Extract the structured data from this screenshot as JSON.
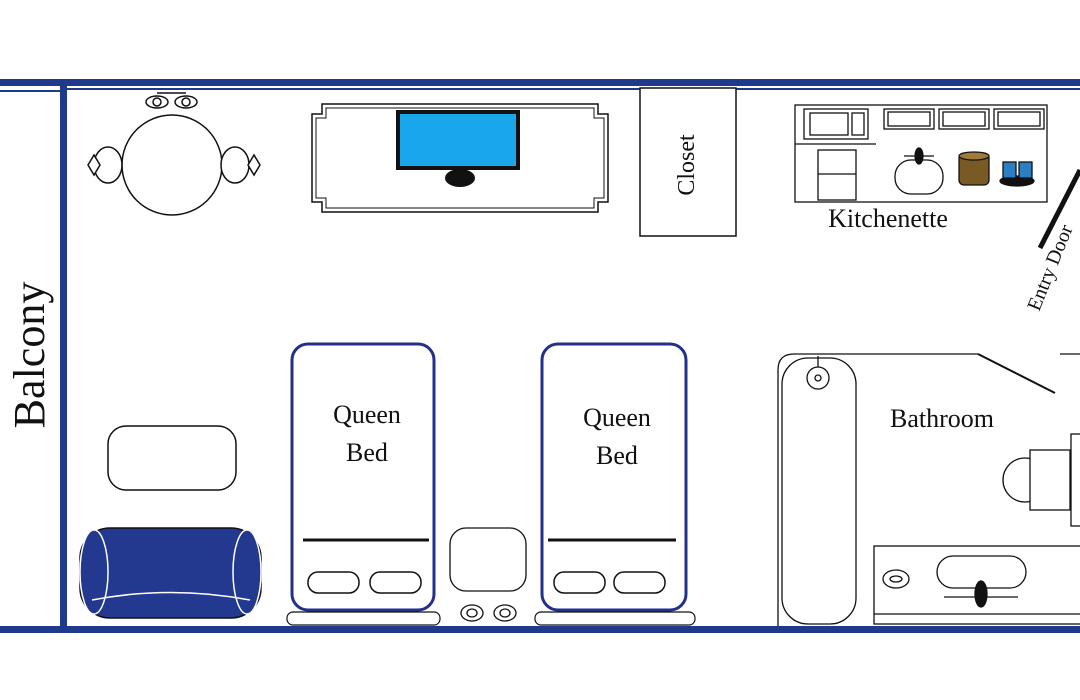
{
  "labels": {
    "balcony": "Balcony",
    "closet": "Closet",
    "kitchenette": "Kitchenette",
    "entry_door": "Entry Door",
    "bathroom": "Bathroom",
    "bed1_line1": "Queen",
    "bed1_line2": "Bed",
    "bed2_line1": "Queen",
    "bed2_line2": "Bed"
  },
  "colors": {
    "wall": "#1f3a8a",
    "bed_outline": "#22308a",
    "sofa_fill": "#22398f",
    "tv_screen": "#19a6ea",
    "coffee": "#7a5a24",
    "kettle": "#2d7fc4"
  }
}
